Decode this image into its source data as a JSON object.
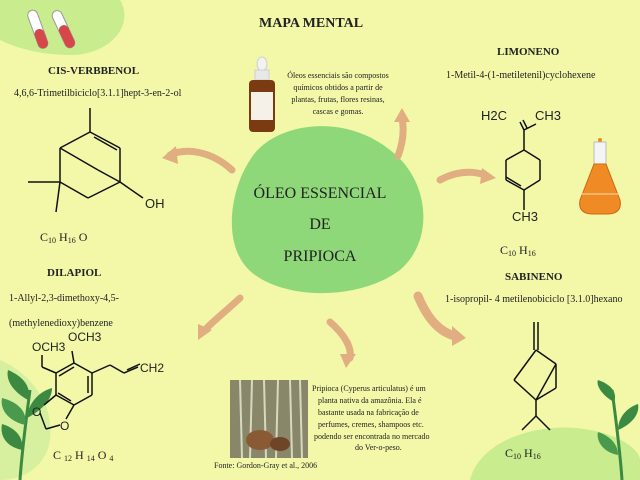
{
  "title": "MAPA MENTAL",
  "center": {
    "line1": "ÓLEO ESSENCIAL",
    "line2": "DE",
    "line3": "PRIPIOCA"
  },
  "intro": {
    "line1": "Óleos essenciais são compostos",
    "line2": "químicos obtidos a partir de",
    "line3": "plantas, frutas, flores resinas,",
    "line4": "cascas e gomas."
  },
  "cis_verbenol": {
    "name": "CIS-VERBBENOL",
    "iupac": "4,6,6-Trimetilbiciclo[3.1.1]hept-3-en-2-ol",
    "oh": "OH",
    "formula": {
      "c": "C",
      "c_n": "10",
      "h": "H",
      "h_n": "16",
      "o": "O"
    }
  },
  "limoneno": {
    "name": "LIMONENO",
    "iupac": "1-Metil-4-(1-metiletenil)cyclohexene",
    "h2c": "H2C",
    "ch3_top": "CH3",
    "ch3_bottom": "CH3",
    "formula": {
      "c": "C",
      "c_n": "10",
      "h": "H",
      "h_n": "16"
    }
  },
  "dilapiol": {
    "name": "DILAPIOL",
    "iupac_line1": "1-Allyl-2,3-dimethoxy-4,5-",
    "iupac_line2": "(methylenedioxy)benzene",
    "och3_a": "OCH3",
    "och3_b": "OCH3",
    "o_a": "O",
    "o_b": "O",
    "ch2": "CH2",
    "formula": {
      "c": "C",
      "c_n": "12",
      "h": "H",
      "h_n": "14",
      "o": "O",
      "o_n": "4"
    }
  },
  "sabineno": {
    "name": "SABINENO",
    "iupac": "1-isopropil- 4 metilenobiciclo [3.1.0]hexano",
    "formula": {
      "c": "C",
      "c_n": "10",
      "h": "H",
      "h_n": "16"
    }
  },
  "pripioca": {
    "line1": "Pripioca  (Cyperus articulatus)  é um",
    "line2": "planta nativa  da amazônia.  Ela é",
    "line3": "bastante  usada na fabricação  de",
    "line4": "perfumes,  cremes, shampoos etc.",
    "line5": "podendo ser encontrada no mercado",
    "line6": "do Ver-o-peso.",
    "source": "Fonte: Gordon-Gray et al., 2006"
  },
  "colors": {
    "background": "#f2f8a8",
    "center_blob": "#8fd879",
    "arrow": "#e0ae80",
    "leaf": "#3c8a42"
  }
}
